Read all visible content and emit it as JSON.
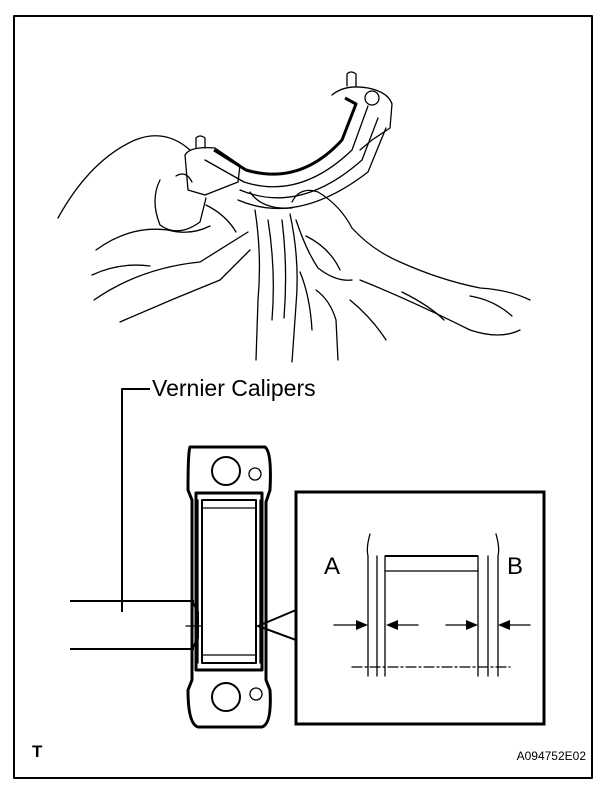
{
  "labels": {
    "callout": "Vernier Calipers",
    "dimension_a": "A",
    "dimension_b": "B",
    "corner_mark": "T",
    "figure_code": "A094752E02"
  }
}
